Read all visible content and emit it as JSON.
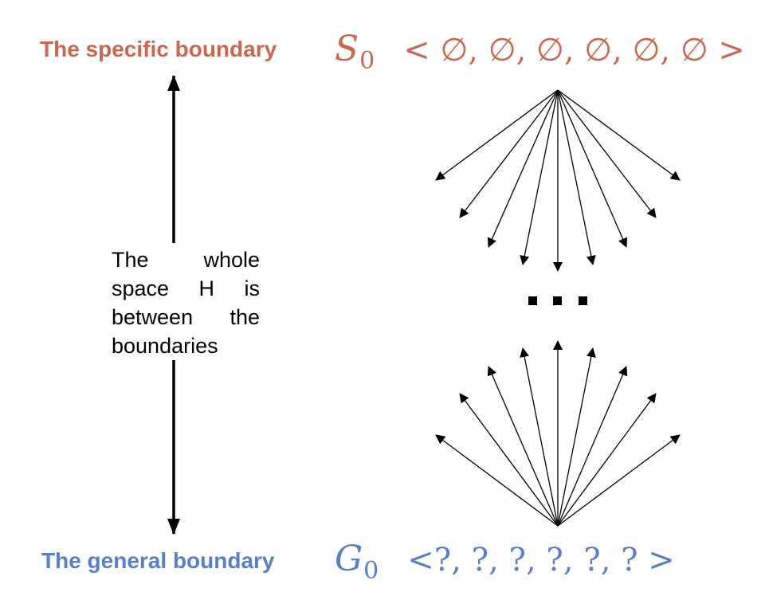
{
  "specific": {
    "label": "The specific boundary",
    "symbol": "S",
    "subscript": "0",
    "tuple": "< ∅, ∅, ∅, ∅, ∅, ∅ >"
  },
  "general": {
    "label": "The general boundary",
    "symbol": "G",
    "subscript": "0",
    "tuple": "<?, ?, ?, ?, ?, ? >"
  },
  "middle_text": "The whole space H is between the boundaries",
  "colors": {
    "specific": "#c8684f",
    "general": "#5b7fc7",
    "arrows": "#000000"
  }
}
